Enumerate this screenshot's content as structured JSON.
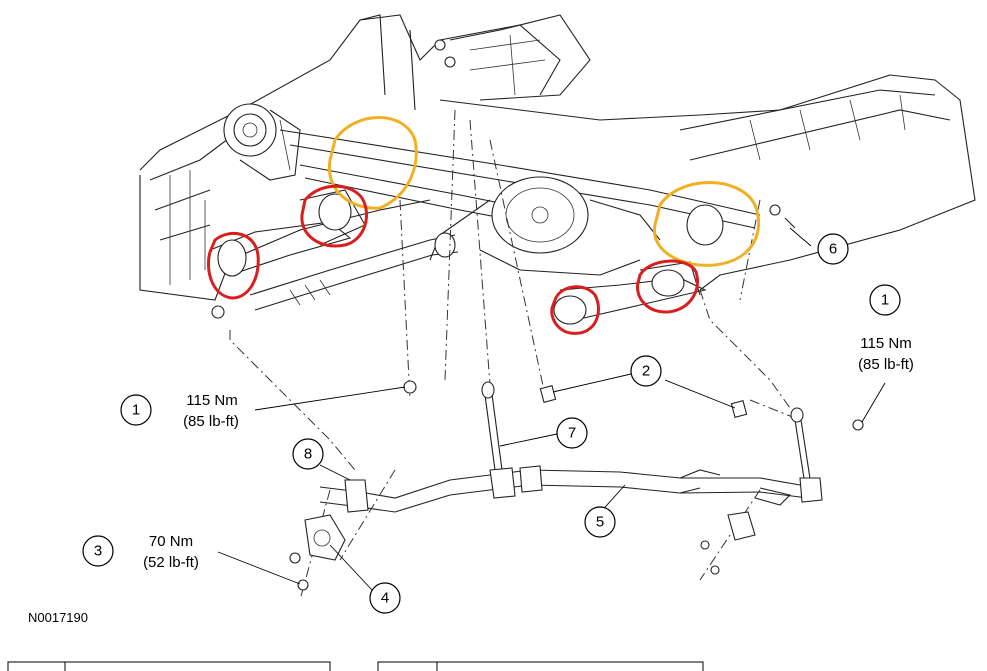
{
  "callouts": {
    "c1_left": "1",
    "c1_right": "1",
    "c2": "2",
    "c3": "3",
    "c4": "4",
    "c5": "5",
    "c6": "6",
    "c7": "7",
    "c8": "8"
  },
  "torques": {
    "left_1_nm": "115 Nm",
    "left_1_lbft": "(85 lb-ft)",
    "right_1_nm": "115 Nm",
    "right_1_lbft": "(85 lb-ft)",
    "c3_nm": "70 Nm",
    "c3_lbft": "(52 lb-ft)"
  },
  "figure_code": "N0017190",
  "colors": {
    "red_marks": "#d81e1e",
    "orange_marks": "#f0b021"
  }
}
